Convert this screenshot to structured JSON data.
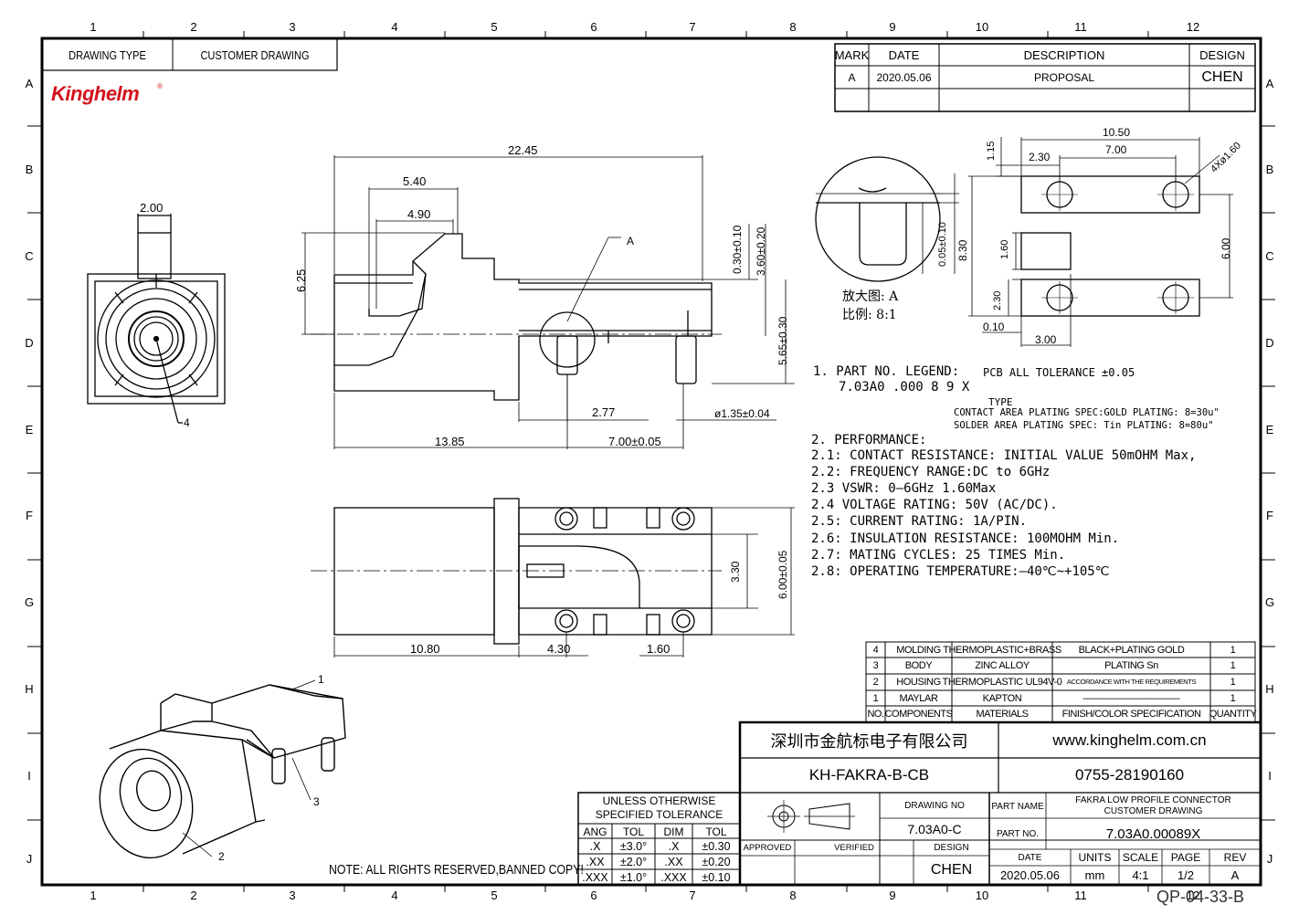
{
  "grid": {
    "columns": [
      "1",
      "2",
      "3",
      "4",
      "5",
      "6",
      "7",
      "8",
      "9",
      "10",
      "11",
      "12"
    ],
    "rows": [
      "A",
      "B",
      "C",
      "D",
      "E",
      "F",
      "G",
      "H",
      "I",
      "J"
    ]
  },
  "header": {
    "drawing_type_label": "DRAWING TYPE",
    "drawing_type_value": "CUSTOMER DRAWING",
    "logo": "Kinghelm"
  },
  "revision": {
    "headers": [
      "MARK",
      "DATE",
      "DESCRIPTION",
      "DESIGN"
    ],
    "rows": [
      [
        "A",
        "2020.05.06",
        "PROPOSAL",
        "CHEN"
      ]
    ]
  },
  "dims": {
    "front_width": "2.00",
    "side_total": "22.45",
    "side_a": "5.40",
    "side_b": "4.90",
    "side_height": "6.25",
    "tol_030": "0.30±0.10",
    "tol_360": "3.60±0.20",
    "tol_565": "5.65±0.30",
    "side_277": "2.77",
    "side_pin": "ø1.35±0.04",
    "side_1385": "13.85",
    "side_700": "7.00±0.05",
    "detail_label": "A",
    "top_330": "3.30",
    "top_600": "6.00±0.05",
    "top_1080": "10.80",
    "top_430": "4.30",
    "top_160": "1.60",
    "zoom_005": "0.05±0.10",
    "pcb_1050": "10.50",
    "pcb_700": "7.00",
    "pcb_230a": "2.30",
    "pcb_holes": "4Xø1.60",
    "pcb_115": "1.15",
    "pcb_830": "8.30",
    "pcb_160": "1.60",
    "pcb_600": "6.00",
    "pcb_230b": "2.30",
    "pcb_010": "0.10",
    "pcb_300": "3.00",
    "callout_1": "1",
    "callout_2": "2",
    "callout_3": "3",
    "callout_4": "4"
  },
  "zoom": {
    "title": "放大图:  A",
    "scale": "比例: 8:1"
  },
  "notes": {
    "legend_title": "1. PART NO. LEGEND:",
    "legend_tol": "PCB ALL TOLERANCE ±0.05",
    "legend_code": "7.03A0 .000 8 9 X",
    "legend_type": "TYPE",
    "legend_contact": "CONTACT AREA PLATING SPEC:GOLD PLATING: 8=30u\"",
    "legend_solder": "SOLDER AREA PLATING SPEC: Tin PLATING: 8=80u\"",
    "perf_title": "2. PERFORMANCE:",
    "perf": [
      "2.1:  CONTACT RESISTANCE:  INITIAL VALUE  50mOHM Max,",
      "2.2:  FREQUENCY RANGE:DC  to  6GHz",
      "2.3    VSWR:  0–6GHz 1.60Max",
      "2.4    VOLTAGE RATING:  50V (AC/DC).",
      "2.5:  CURRENT RATING:  1A/PIN.",
      "2.6:  INSULATION RESISTANCE:  100MOHM  Min.",
      "2.7:  MATING CYCLES:  25  TIMES Min.",
      "2.8:  OPERATING TEMPERATURE:–40℃~+105℃"
    ]
  },
  "bom": {
    "headers": [
      "NO.",
      "COMPONENTS",
      "MATERIALS",
      "FINISH/COLOR  SPECIFICATION",
      "QUANTITY"
    ],
    "rows": [
      [
        "4",
        "MOLDING",
        "THERMOPLASTIC+BRASS",
        "BLACK+PLATING GOLD",
        "1"
      ],
      [
        "3",
        "BODY",
        "ZINC ALLOY",
        "PLATING Sn",
        "1"
      ],
      [
        "2",
        "HOUSING",
        "THERMOPLASTIC UL94V-0",
        "ACCORDANCE WITH THE REQUIREMENTS",
        "1"
      ],
      [
        "1",
        "MAYLAR",
        "KAPTON",
        "——————————",
        "1"
      ]
    ]
  },
  "tolerance": {
    "title1": "UNLESS  OTHERWISE",
    "title2": "SPECIFIED  TOLERANCE",
    "headers": [
      "ANG",
      "TOL",
      "DIM",
      "TOL"
    ],
    "rows": [
      [
        ".X",
        "±3.0°",
        ".X",
        "±0.30"
      ],
      [
        ".XX",
        "±2.0°",
        ".XX",
        "±0.20"
      ],
      [
        ".XXX",
        "±1.0°",
        ".XXX",
        "±0.10"
      ]
    ]
  },
  "title_block": {
    "company_cn": "深圳市金航标电子有限公司",
    "website": "www.kinghelm.com.cn",
    "model": "KH-FAKRA-B-CB",
    "phone": "0755-28190160",
    "drawing_no_label": "DRAWING NO",
    "drawing_no": "7.03A0-C",
    "part_name_label": "PART NAME",
    "part_name_1": "FAKRA LOW  PROFILE CONNECTOR",
    "part_name_2": "CUSTOMER DRAWING",
    "part_no_label": "PART NO.",
    "part_no": "7.03A0.00089X",
    "approved": "APPROVED",
    "verified": "VERIFIED",
    "design_label": "DESIGN",
    "design": "CHEN",
    "date_label": "DATE",
    "date": "2020.05.06",
    "units_label": "UNITS",
    "units": "mm",
    "scale_label": "SCALE",
    "scale": "4:1",
    "page_label": "PAGE",
    "page": "1/2",
    "rev_label": "REV",
    "rev": "A",
    "copyright": "NOTE: ALL RIGHTS RESERVED,BANNED COPY!",
    "form_code": "QP-04-33-B"
  }
}
